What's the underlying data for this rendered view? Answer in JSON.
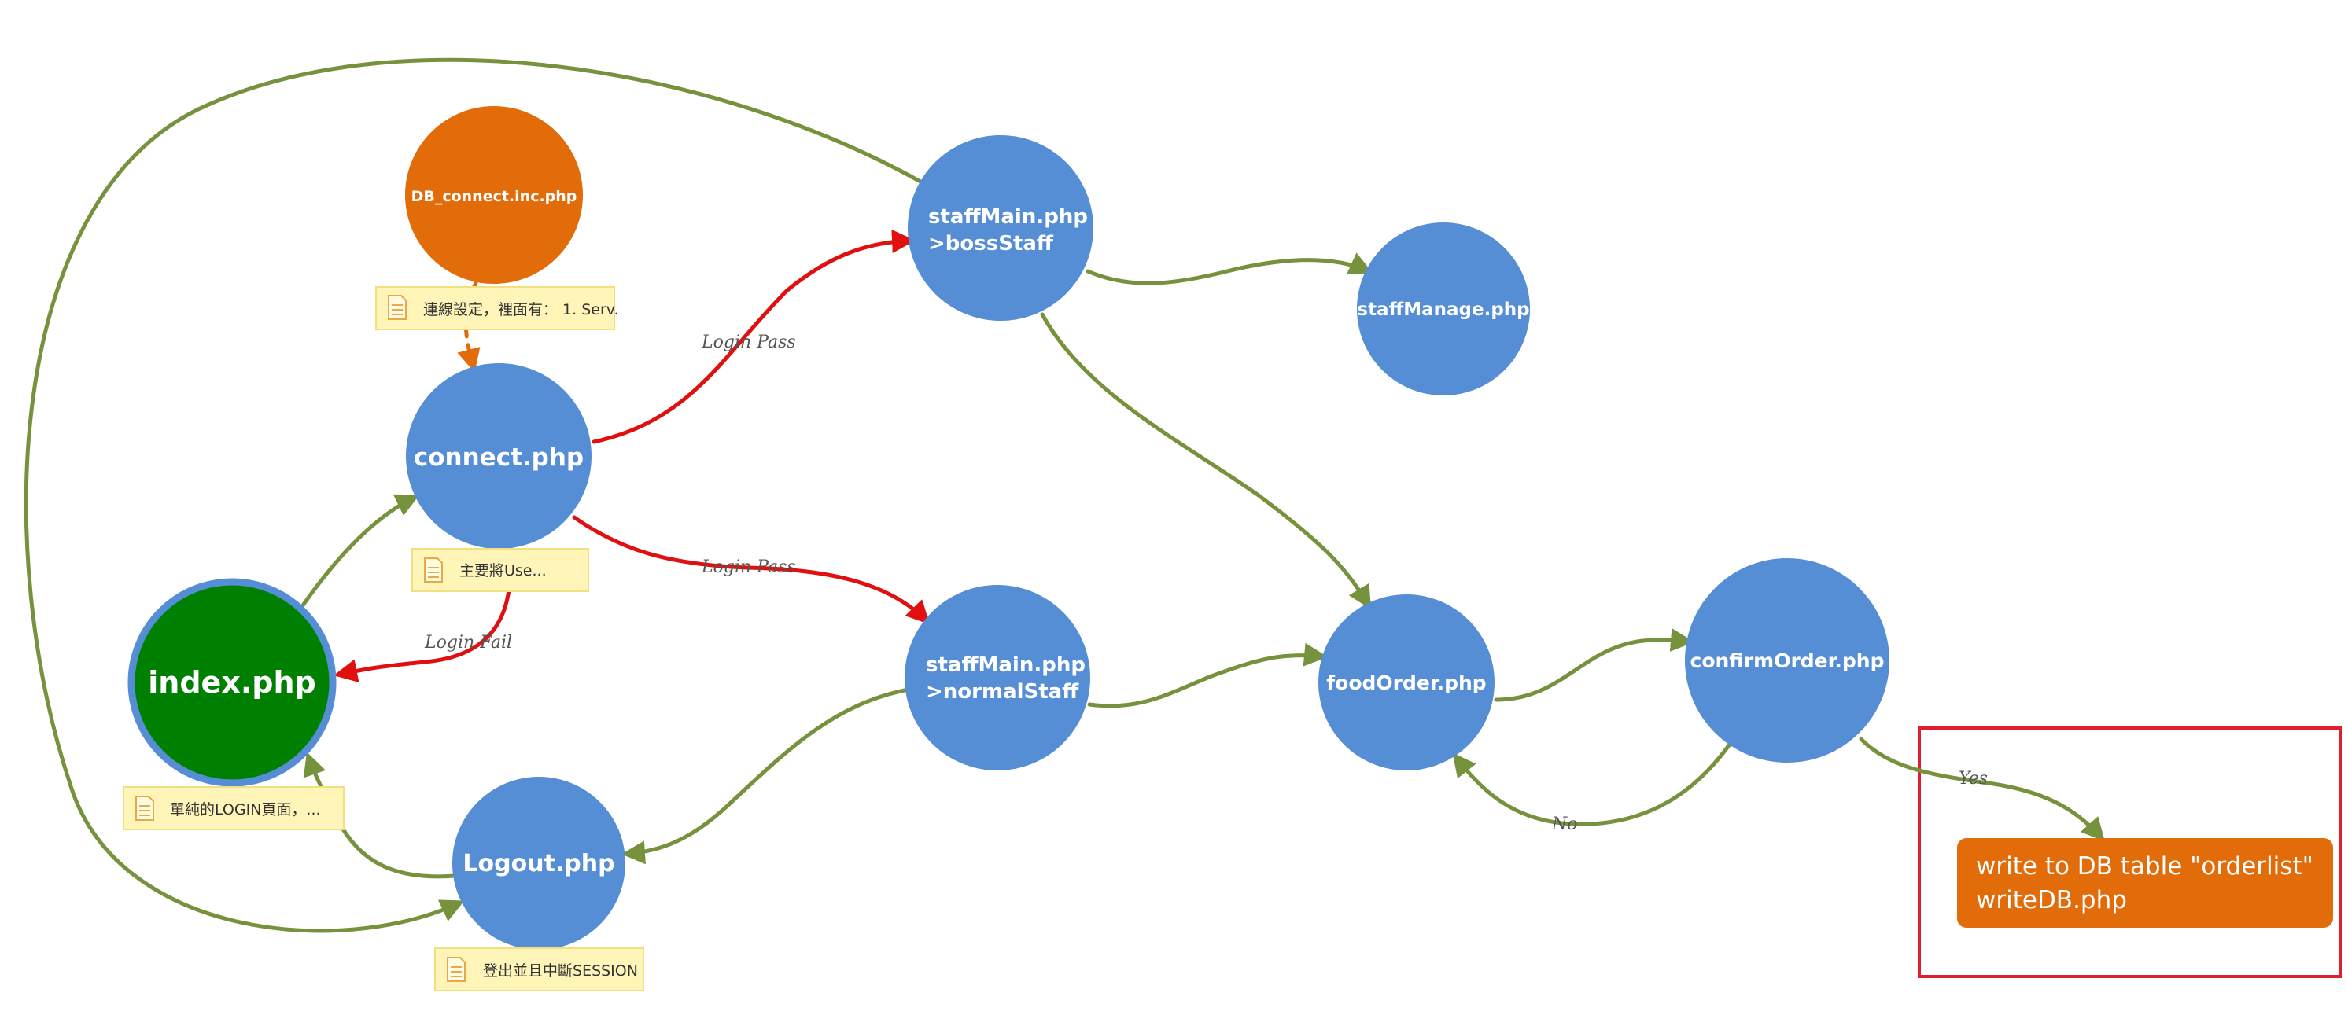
{
  "colors": {
    "node_blue": "#558ed5",
    "node_green": "#008000",
    "node_orange": "#e36c0a",
    "edge_green": "#76923c",
    "edge_red": "#e01010",
    "edge_orange": "#e36c0a",
    "note_fill": "#fff5b8",
    "note_border": "#f0e080",
    "highlight_box": "#e02030"
  },
  "nodes": {
    "db_connect": "DB_connect.inc.php",
    "connect": "connect.php",
    "index": "index.php",
    "logout": "Logout.php",
    "staff_main_boss": [
      "staffMain.php",
      ">bossStaff"
    ],
    "staff_main_normal": [
      "staffMain.php",
      ">normalStaff"
    ],
    "staff_manage": "staffManage.php",
    "food_order": "foodOrder.php",
    "confirm_order": "confirmOrder.php",
    "write_db": [
      "write to DB table \"orderlist\"",
      "writeDB.php"
    ]
  },
  "notes": {
    "db_connect": "連線設定，裡面有： 1. Serv.",
    "connect": "主要將Use...",
    "index": "單純的LOGIN頁面，...",
    "logout": "登出並且中斷SESSION"
  },
  "edge_labels": {
    "login_pass_boss": "Login Pass",
    "login_pass_normal": "Login Pass",
    "login_fail": "Login Fail",
    "no": "No",
    "yes": "Yes"
  },
  "icons": {
    "note": "document-icon"
  }
}
